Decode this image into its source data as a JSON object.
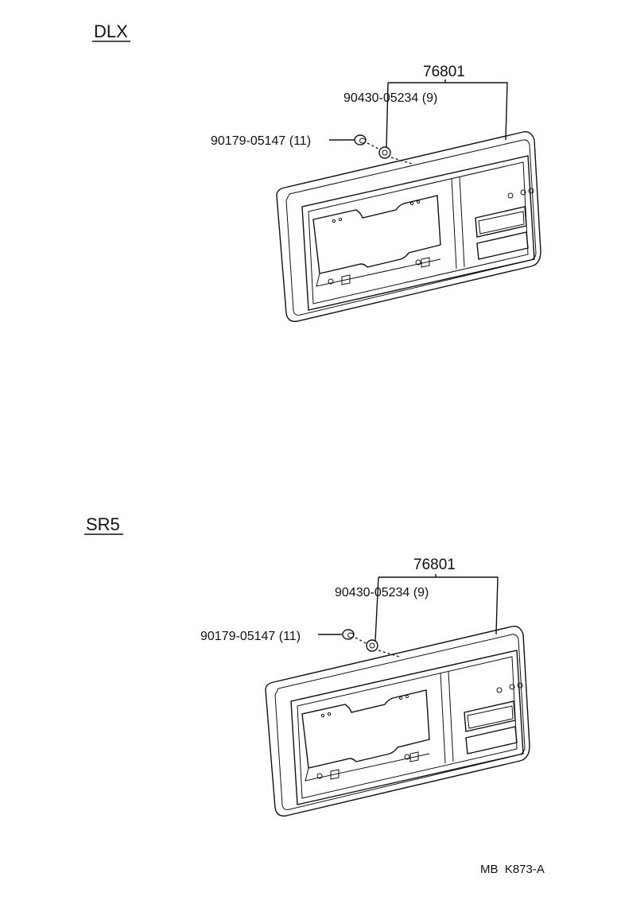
{
  "sections": [
    {
      "name": "DLX",
      "main_part": "76801",
      "clip_part": "90430-05234 (9)",
      "nut_part": "90179-05147 (11)"
    },
    {
      "name": "SR5",
      "main_part": "76801",
      "clip_part": "90430-05234 (9)",
      "nut_part": "90179-05147 (11)"
    }
  ],
  "footer": {
    "code": "MB  K873-A"
  }
}
